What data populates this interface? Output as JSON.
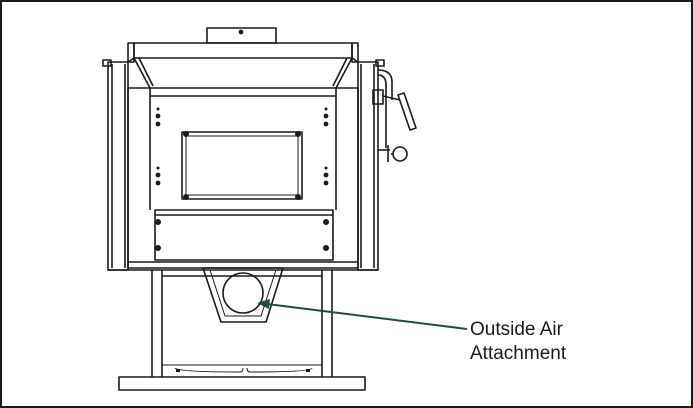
{
  "figure": {
    "subject": "stove-rear-view",
    "callout": {
      "line1": "Outside Air",
      "line2": "Attachment"
    },
    "colors": {
      "line": "#1a1a1a",
      "leader": "#1f4f3a",
      "background": "#ffffff"
    }
  }
}
